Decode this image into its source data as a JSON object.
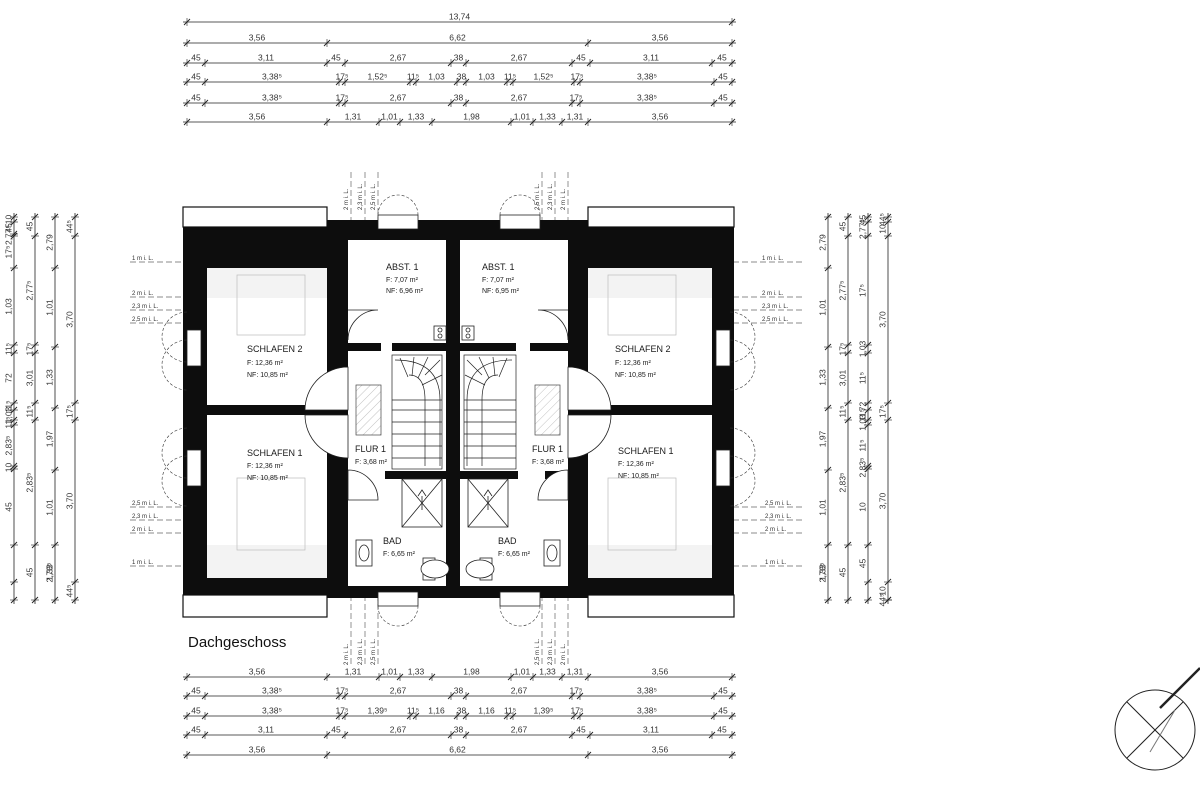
{
  "title": "Dachgeschoss",
  "dimensions": {
    "top_total": "13,74",
    "top_rows": [
      [
        "3,56",
        "6,62",
        "3,56"
      ],
      [
        "45",
        "3,11",
        "45",
        "2,67",
        "38",
        "2,67",
        "45",
        "3,11",
        "45"
      ],
      [
        "45",
        "3,38⁵",
        "17⁵",
        "1,52⁵",
        "11⁵",
        "1,03",
        "38",
        "1,03",
        "11⁵",
        "1,52⁵",
        "17⁵",
        "3,38⁵",
        "45"
      ],
      [
        "45",
        "3,38⁵",
        "17⁵",
        "2,67",
        "38",
        "2,67",
        "17⁵",
        "3,38⁵",
        "45"
      ],
      [
        "3,56",
        "1,31",
        "1,01",
        "1,33",
        "1,98",
        "1,01",
        "1,33",
        "1,31",
        "3,56"
      ]
    ],
    "bottom_rows": [
      [
        "3,56",
        "1,31",
        "1,01",
        "1,33",
        "1,98",
        "1,01",
        "1,33",
        "1,31",
        "3,56"
      ],
      [
        "45",
        "3,38⁵",
        "17⁵",
        "2,67",
        "38",
        "2,67",
        "17⁵",
        "3,38⁵",
        "45"
      ],
      [
        "45",
        "3,38⁵",
        "17⁵",
        "1,39⁵",
        "11⁵",
        "1,16",
        "38",
        "1,16",
        "11⁵",
        "1,39⁵",
        "17⁵",
        "3,38⁵",
        "45"
      ],
      [
        "45",
        "3,11",
        "45",
        "2,67",
        "38",
        "2,67",
        "45",
        "3,11",
        "45"
      ],
      [
        "3,56",
        "6,62",
        "3,56"
      ]
    ],
    "left_cols": [
      [
        "10",
        "45",
        "2,77⁵",
        "17⁵",
        "1,03",
        "11⁵",
        "72",
        "11⁵",
        "1,03",
        "11⁵",
        "2,83⁵",
        "10",
        "45"
      ],
      [
        "45",
        "2,77⁵",
        "17⁵",
        "3,01",
        "11⁵",
        "2,83⁵",
        "45"
      ],
      [
        "2,79",
        "1,01",
        "1,33",
        "1,97",
        "1,01",
        "1,33",
        "2,78⁵"
      ],
      [
        "44⁵",
        "3,70",
        "17⁵",
        "3,70",
        "44⁵"
      ]
    ],
    "right_cols": [
      [
        "2,79",
        "1,01",
        "1,33",
        "1,97",
        "1,01",
        "1,33",
        "2,78⁵"
      ],
      [
        "45",
        "2,77⁵",
        "17⁵",
        "3,01",
        "11⁵",
        "2,83⁵",
        "45"
      ],
      [
        "45",
        "2,77⁵",
        "17⁵",
        "1,03",
        "11⁵",
        "72",
        "11⁵",
        "1,03",
        "11⁵",
        "2,83⁵",
        "10",
        "45"
      ],
      [
        "44⁵",
        "10",
        "3,70",
        "17⁵",
        "3,70",
        "10",
        "44⁵"
      ]
    ]
  },
  "headroom_labels": {
    "one_m": "1 m i. L.",
    "two_m": "2 m i. L.",
    "two_three_m": "2,3 m i. L.",
    "two_five_m": "2,5 m i. L."
  },
  "rooms": {
    "left_abst": {
      "name": "ABST. 1",
      "area": "F: 7,07 m²",
      "net": "NF: 6,96 m²"
    },
    "right_abst": {
      "name": "ABST. 1",
      "area": "F: 7,07 m²",
      "net": "NF: 6,95 m²"
    },
    "left_schlafen2": {
      "name": "SCHLAFEN 2",
      "area": "F: 12,36 m²",
      "net": "NF: 10,85 m²"
    },
    "right_schlafen2": {
      "name": "SCHLAFEN 2",
      "area": "F: 12,36 m²",
      "net": "NF: 10,85 m²"
    },
    "left_schlafen1": {
      "name": "SCHLAFEN 1",
      "area": "F: 12,36 m²",
      "net": "NF: 10,85 m²"
    },
    "right_schlafen1": {
      "name": "SCHLAFEN 1",
      "area": "F: 12,36 m²",
      "net": "NF: 10,85 m²"
    },
    "left_flur": {
      "name": "FLUR 1",
      "area": "F: 3,68 m²"
    },
    "right_flur": {
      "name": "FLUR 1",
      "area": "F: 3,68 m²"
    },
    "left_bad": {
      "name": "BAD",
      "area": "F: 6,65 m²"
    },
    "right_bad": {
      "name": "BAD",
      "area": "F: 6,65 m²"
    }
  },
  "icons": [
    "north-arrow-icon",
    "stair-icon",
    "wc-icon",
    "washbasin-icon",
    "shower-icon",
    "window-icon",
    "door-swing-icon"
  ]
}
